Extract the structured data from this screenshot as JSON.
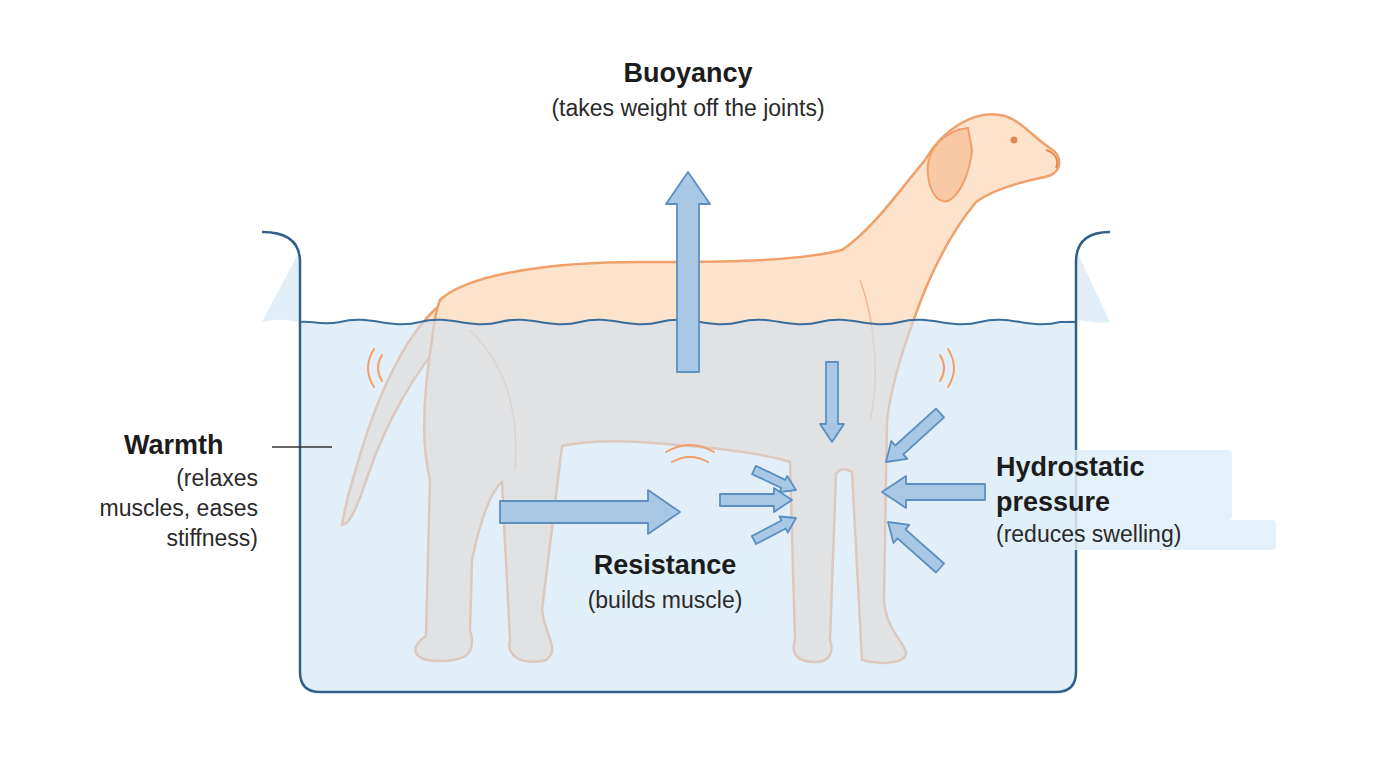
{
  "diagram": {
    "labels": [
      "Buoyancy",
      "(takes weight off the joints)",
      "Warmth",
      "(relaxes muscles, eases stiffness)",
      "Resistance",
      "(builds muscle)",
      "Hydrostatic pressure",
      "(reduces swelling)"
    ]
  }
}
